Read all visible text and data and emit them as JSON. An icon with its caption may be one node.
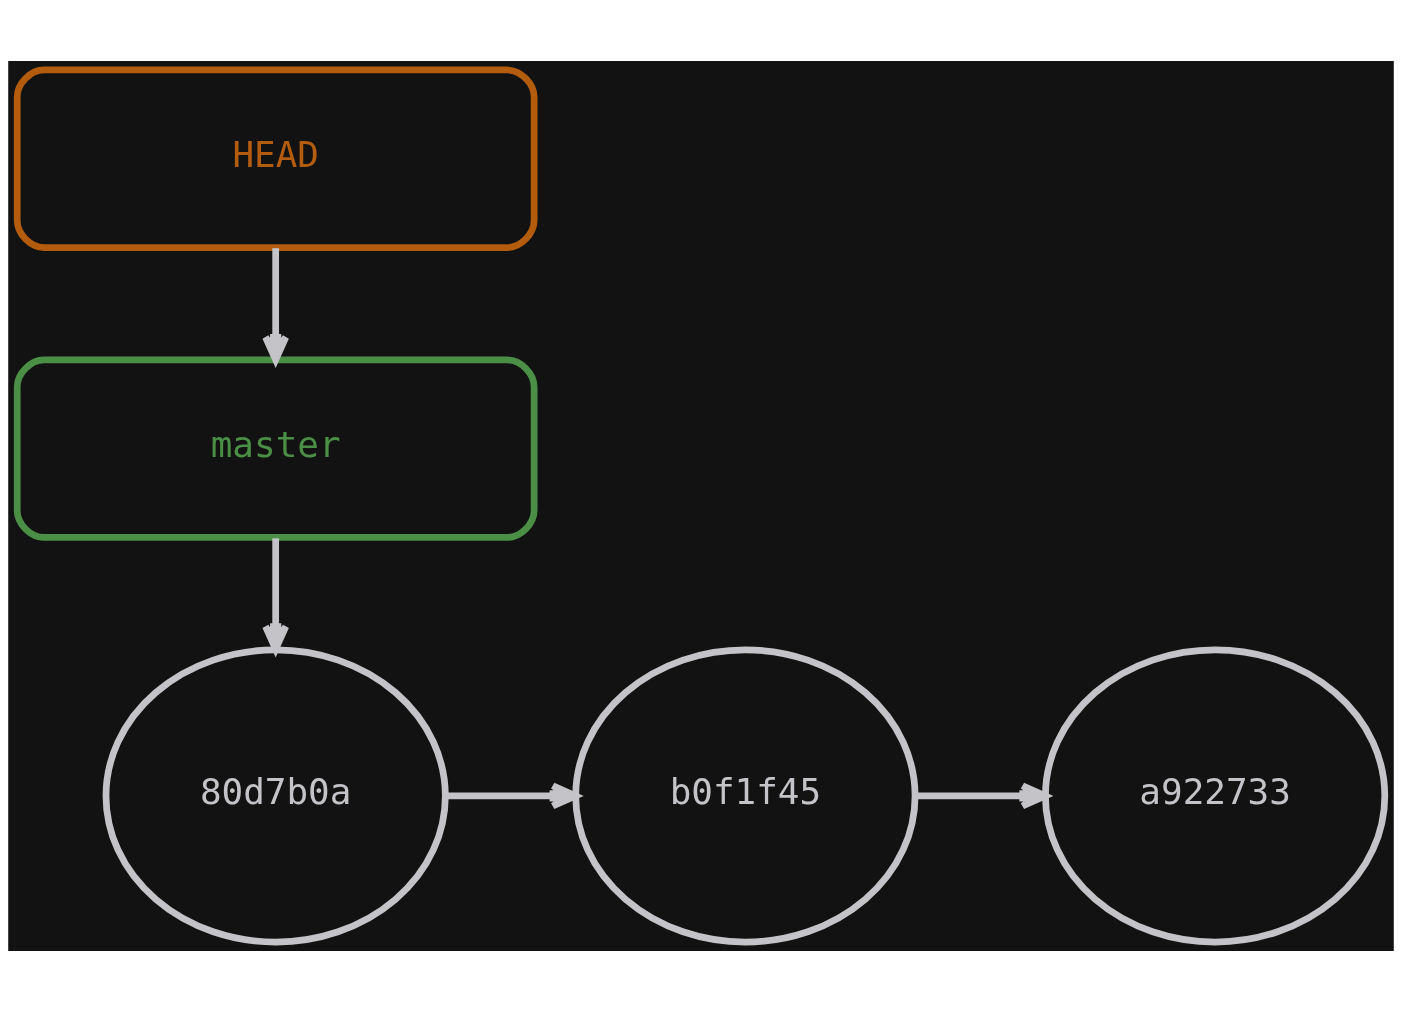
{
  "diagram": {
    "nodes": [
      {
        "text": [
          "HEAD"
        ]
      },
      {
        "text": [
          "master"
        ]
      },
      {
        "text": [
          "a922733"
        ]
      },
      {
        "text": [
          "b0f1f45"
        ]
      },
      {
        "text": [
          "80d7b0a"
        ]
      }
    ],
    "edges": [
      {
        "from": 0,
        "to": 1,
        "arrow": "to"
      },
      {
        "from": 1,
        "to": 4,
        "arrow": "to"
      },
      {
        "from": 4,
        "to": 3,
        "arrow": "to"
      },
      {
        "from": 3,
        "to": 2,
        "arrow": "to"
      }
    ]
  }
}
